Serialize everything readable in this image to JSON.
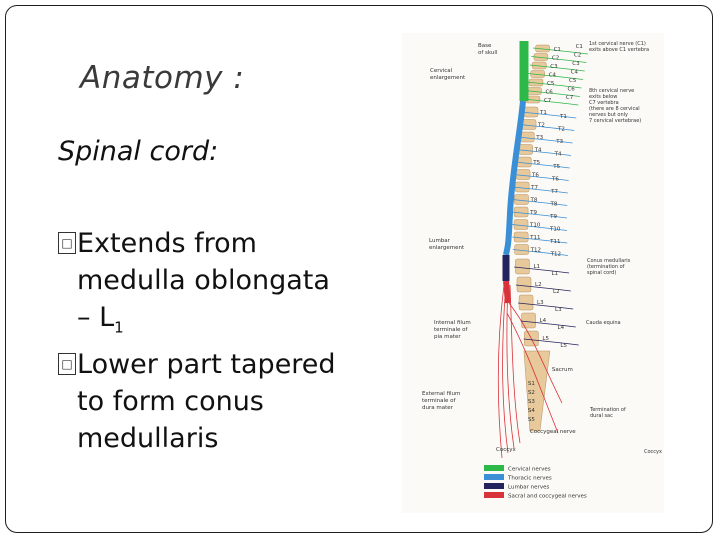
{
  "slide": {
    "title": "Anatomy :",
    "subheading": "Spinal cord:",
    "bullets": [
      {
        "lines": [
          "Extends from",
          "medulla oblongata",
          "– L",
          "1"
        ]
      },
      {
        "lines": [
          "Lower part tapered",
          "to form conus",
          "medullaris"
        ]
      }
    ],
    "bullet_glyph": "□"
  },
  "figure": {
    "left_labels": {
      "base_of_skull": [
        "Base",
        "of skull"
      ],
      "cervical": [
        "Cervical",
        "enlargement"
      ],
      "lumbar": [
        "Lumbar",
        "enlargement"
      ],
      "filum_internal": [
        "Internal filum",
        "terminale of",
        "pia mater"
      ],
      "filum_external": [
        "External filum",
        "terminale of",
        "dura mater"
      ],
      "coccyx": "Coccyx"
    },
    "vertebra_labels": {
      "cervical": [
        "C1",
        "C2",
        "C3",
        "C4",
        "C5",
        "C6",
        "C7"
      ],
      "thoracic": [
        "T1",
        "T2",
        "T3",
        "T4",
        "T5",
        "T6",
        "T7",
        "T8",
        "T9",
        "T10",
        "T11",
        "T12"
      ],
      "lumbar": [
        "L1",
        "L2",
        "L3",
        "L4",
        "L5"
      ],
      "sacral": [
        "Sacrum",
        "S1",
        "S2",
        "S3",
        "S4",
        "S5"
      ],
      "coccygeal": "Coccygeal nerve"
    },
    "right_labels": {
      "first_cervical": [
        "1st cervical nerve (C1)",
        "exits above C1 vertebra"
      ],
      "eighth_cervical": [
        "8th cervical nerve",
        "exits below",
        "C7 vertebra",
        "(there are 8 cervical",
        "nerves but only",
        "7 cervical vertebrae)"
      ],
      "conus": [
        "Conus medullaris",
        "(termination of",
        "spinal cord)"
      ],
      "cauda": "Cauda equina",
      "termination_dural": [
        "Termination of",
        "dural sac"
      ],
      "coccyx_right": "Coccyx"
    },
    "legend": [
      {
        "label": "Cervical nerves",
        "color": "#2db84a"
      },
      {
        "label": "Thoracic nerves",
        "color": "#3a8fd6"
      },
      {
        "label": "Lumbar nerves",
        "color": "#24245e"
      },
      {
        "label": "Sacral and coccygeal nerves",
        "color": "#d8323a"
      }
    ]
  }
}
